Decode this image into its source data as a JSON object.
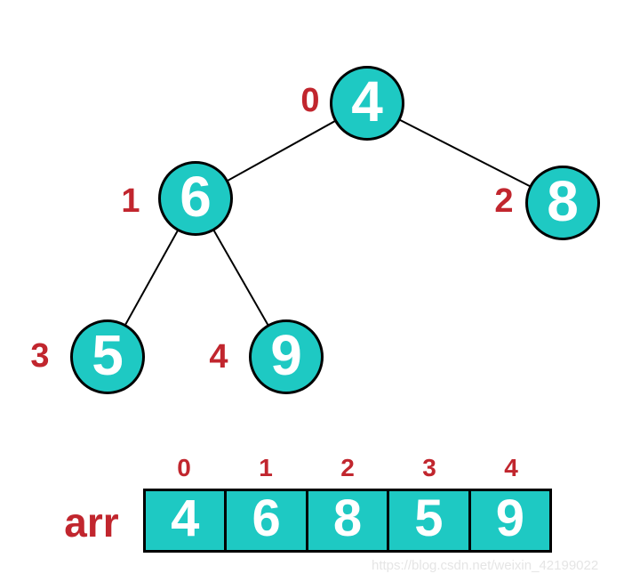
{
  "colors": {
    "background": "#ffffff",
    "node_fill": "#1ec9c3",
    "node_border": "#000000",
    "node_text": "#ffffff",
    "edge": "#000000",
    "index_red": "#c1262e",
    "watermark": "#e5e5e5"
  },
  "tree": {
    "nodes": [
      {
        "index": "0",
        "value": "4"
      },
      {
        "index": "1",
        "value": "6"
      },
      {
        "index": "2",
        "value": "8"
      },
      {
        "index": "3",
        "value": "5"
      },
      {
        "index": "4",
        "value": "9"
      }
    ]
  },
  "array": {
    "label": "arr",
    "cells": [
      {
        "index": "0",
        "value": "4"
      },
      {
        "index": "1",
        "value": "6"
      },
      {
        "index": "2",
        "value": "8"
      },
      {
        "index": "3",
        "value": "5"
      },
      {
        "index": "4",
        "value": "9"
      }
    ]
  },
  "watermark": {
    "text": "https://blog.csdn.net/weixin_42199022"
  }
}
